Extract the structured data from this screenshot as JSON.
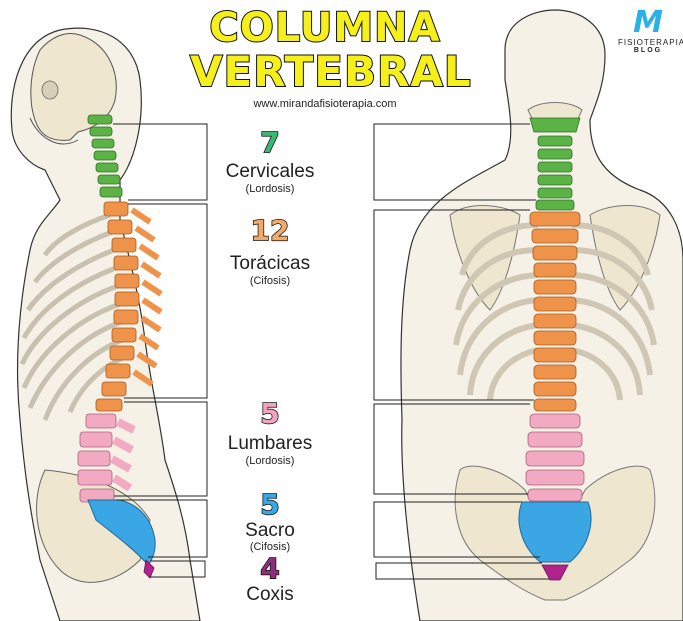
{
  "title": {
    "line1": "COLUMNA",
    "line2": "VERTEBRAL"
  },
  "website": "www.mirandafisioterapia.com",
  "logo": {
    "mark": "M",
    "line1": "FISIOTERAPIA",
    "line2": "BLOG"
  },
  "regions": [
    {
      "id": "cervical",
      "count": "7",
      "name": "Cervicales",
      "curve": "(Lordosis)",
      "color": "#3ab871",
      "fill": "#5bb346"
    },
    {
      "id": "thoracic",
      "count": "12",
      "name": "Torácicas",
      "curve": "(Cifosis)",
      "color": "#f4a96a",
      "fill": "#f0934a"
    },
    {
      "id": "lumbar",
      "count": "5",
      "name": "Lumbares",
      "curve": "(Lordosis)",
      "color": "#f3a2c0",
      "fill": "#f2a9c2"
    },
    {
      "id": "sacrum",
      "count": "5",
      "name": "Sacro",
      "curve": "(Cifosis)",
      "color": "#35a8e6",
      "fill": "#3aa7e4"
    },
    {
      "id": "coccyx",
      "count": "4",
      "name": "Coxis",
      "curve": "",
      "color": "#8a2f7a",
      "fill": "#b0228c"
    }
  ]
}
